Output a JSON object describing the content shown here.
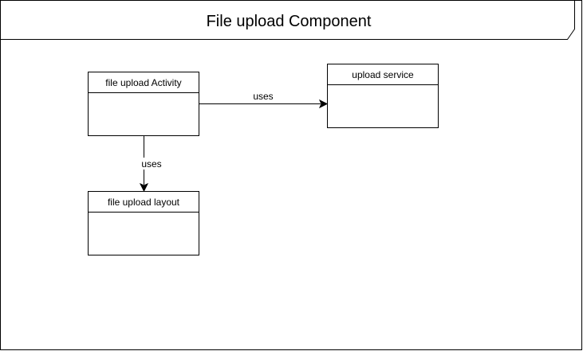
{
  "frame": {
    "title": "File upload Component"
  },
  "boxes": {
    "activity": {
      "label": "file upload Activity"
    },
    "service": {
      "label": "upload service"
    },
    "layout": {
      "label": "file upload layout"
    }
  },
  "edges": {
    "activity_to_service": {
      "label": "uses"
    },
    "activity_to_layout": {
      "label": "uses"
    }
  },
  "colors": {
    "stroke": "#000000",
    "fill": "#ffffff"
  }
}
